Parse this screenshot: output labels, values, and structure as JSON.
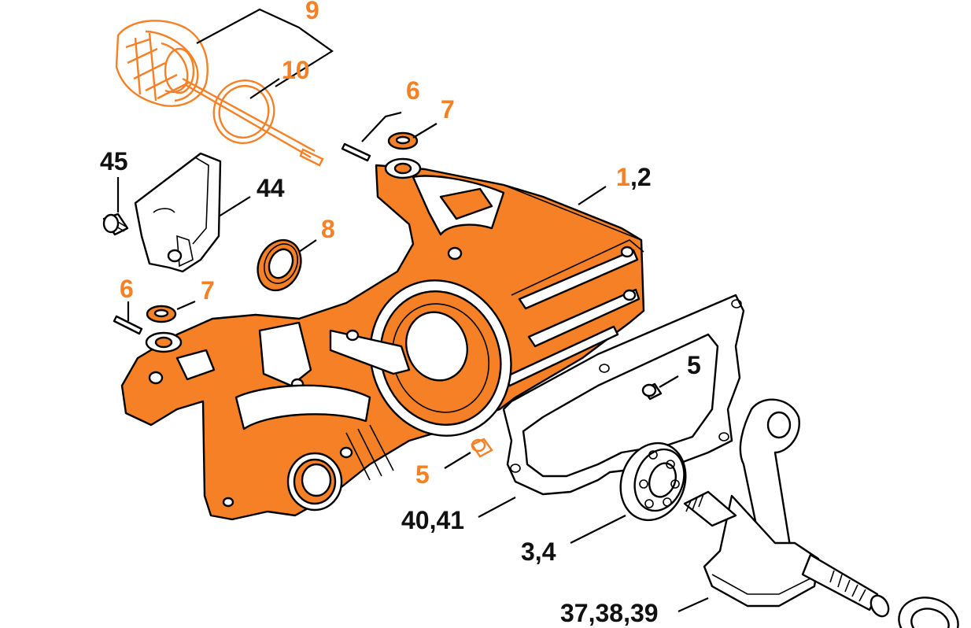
{
  "colors": {
    "highlight": "#f58025",
    "outline": "#000000",
    "background": "#ffffff"
  },
  "labels": {
    "p9": "9",
    "p10": "10",
    "p6_top": "6",
    "p7_top": "7",
    "p1": "1",
    "p2_suffix": ",2",
    "p45": "45",
    "p44": "44",
    "p8": "8",
    "p6_left": "6",
    "p7_left": "7",
    "p5_right": "5",
    "p5_left": "5",
    "p40_41": "40,41",
    "p3_4": "3,4",
    "p37_38_39": "37,38,39"
  }
}
